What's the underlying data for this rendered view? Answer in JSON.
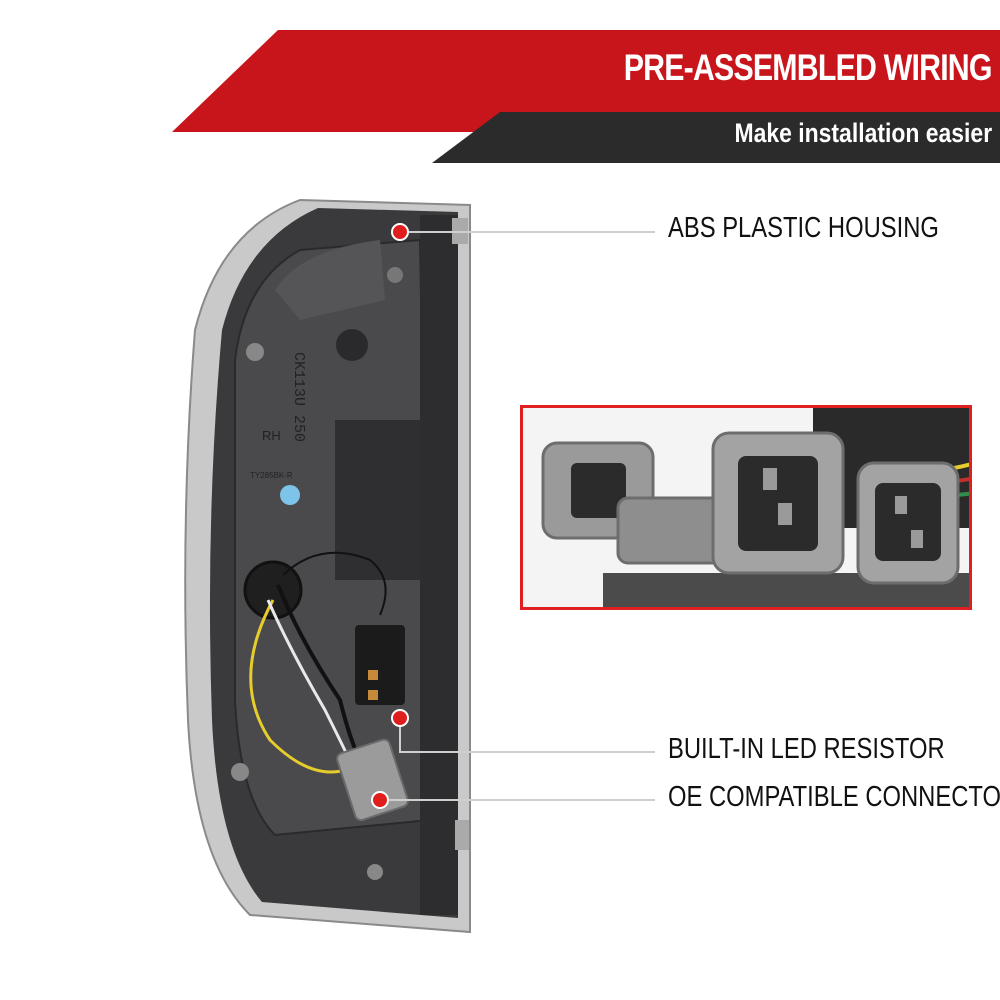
{
  "banner": {
    "title": "PRE-ASSEMBLED WIRING",
    "subtitle": "Make installation easier",
    "red_color": "#c8151b",
    "dark_color": "#2b2b2b"
  },
  "callouts": [
    {
      "label": "ABS PLASTIC HOUSING"
    },
    {
      "label": "BUILT-IN LED RESISTOR"
    },
    {
      "label": "OE COMPATIBLE CONNECTORS"
    }
  ],
  "housing_markings": {
    "part_code": "CK113U 250",
    "side": "RH",
    "model": "TY285BK-R"
  },
  "colors": {
    "marker_red": "#e01e1e",
    "inset_border": "#e02020"
  }
}
